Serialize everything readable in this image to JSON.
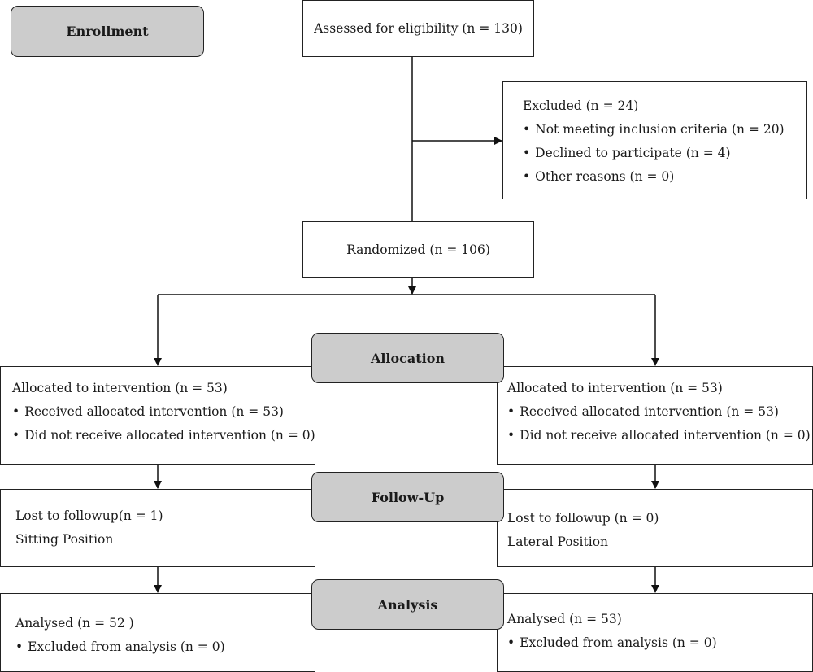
{
  "stages": {
    "enrollment": "Enrollment",
    "allocation": "Allocation",
    "followup": "Follow-Up",
    "analysis": "Analysis"
  },
  "assessed": "Assessed for eligibility (n = 130)",
  "excluded": {
    "title": "Excluded (n = 24)",
    "items": [
      "Not meeting inclusion criteria (n = 20)",
      "Declined to participate (n = 4)",
      "Other reasons (n = 0)"
    ]
  },
  "randomized": "Randomized (n = 106)",
  "left_arm": {
    "allocation": {
      "title": "Allocated to intervention (n = 53)",
      "items": [
        "Received allocated intervention (n = 53)",
        "Did not receive allocated intervention (n = 0)"
      ]
    },
    "followup": {
      "lost": "Lost to followup(n = 1)",
      "position": "Sitting Position"
    },
    "analysis": {
      "title": "Analysed (n = 52 )",
      "items": [
        "Excluded from analysis (n = 0)"
      ]
    }
  },
  "right_arm": {
    "allocation": {
      "title": "Allocated to intervention (n = 53)",
      "items": [
        "Received allocated intervention (n = 53)",
        "Did not receive allocated intervention (n = 0)"
      ]
    },
    "followup": {
      "lost": "Lost to followup (n = 0)",
      "position": "Lateral Position"
    },
    "analysis": {
      "title": "Analysed (n = 53)",
      "items": [
        "Excluded from analysis (n = 0)"
      ]
    }
  }
}
